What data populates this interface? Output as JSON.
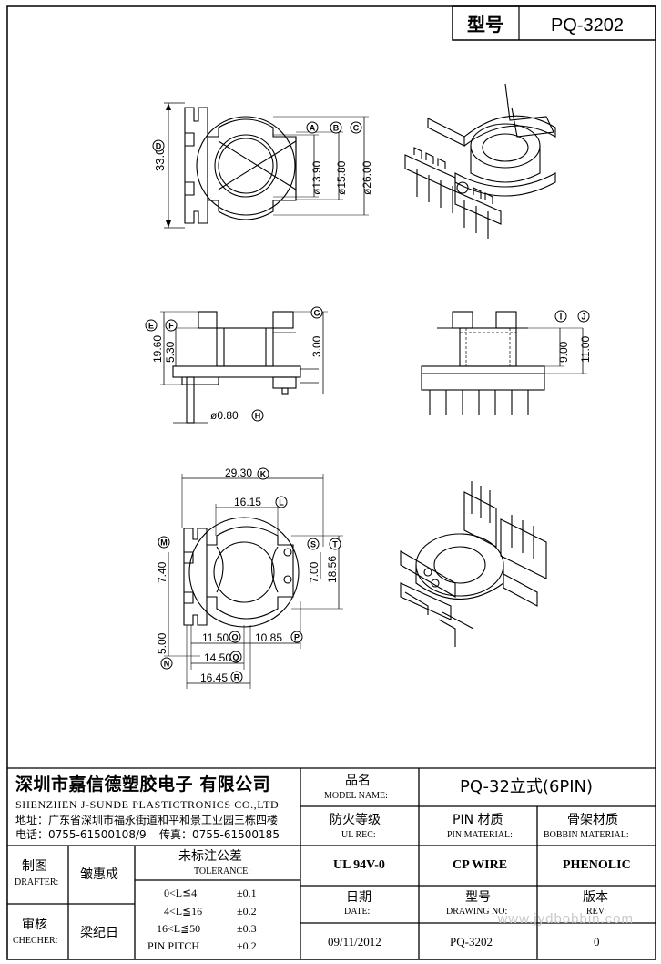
{
  "header": {
    "type_label": "型号",
    "model": "PQ-3202"
  },
  "dimensions": {
    "A": {
      "letter": "A",
      "value": "ø13.90"
    },
    "B": {
      "letter": "B",
      "value": "ø15.80"
    },
    "C": {
      "letter": "C",
      "value": "ø26.00"
    },
    "D": {
      "letter": "D",
      "value": "33.00"
    },
    "E": {
      "letter": "E",
      "value": "19.60"
    },
    "F": {
      "letter": "F",
      "value": "5.30"
    },
    "G": {
      "letter": "G",
      "value": "3.00"
    },
    "H": {
      "letter": "H",
      "value": "ø0.80"
    },
    "I": {
      "letter": "I",
      "value": "9.00"
    },
    "J": {
      "letter": "J",
      "value": "11.00"
    },
    "K": {
      "letter": "K",
      "value": "29.30"
    },
    "L": {
      "letter": "L",
      "value": "16.15"
    },
    "M": {
      "letter": "M",
      "value": "7.40"
    },
    "N": {
      "letter": "N",
      "value": "5.00"
    },
    "O": {
      "letter": "O",
      "value": "11.50"
    },
    "P": {
      "letter": "P",
      "value": "10.85"
    },
    "Q": {
      "letter": "Q",
      "value": "14.50"
    },
    "R": {
      "letter": "R",
      "value": "16.45"
    },
    "S": {
      "letter": "S",
      "value": "7.00"
    },
    "T": {
      "letter": "T",
      "value": "18.56"
    }
  },
  "company": {
    "name_cn": "深圳市嘉信德塑胶电子 有限公司",
    "name_en": "SHENZHEN J-SUNDE PLASTICTRONICS CO.,LTD",
    "address": "地址：广东省深圳市福永街道和平和景工业园三栋四楼",
    "phone": "电话：0755-61500108/9",
    "fax": "传真：0755-61500185"
  },
  "title_block": {
    "model_name_cn": "品名",
    "model_name_en": "MODEL NAME:",
    "model_name_value": "PQ-32立式(6PIN)",
    "ul_rec_cn": "防火等级",
    "ul_rec_en": "UL REC:",
    "ul_rec_value": "UL 94V-0",
    "pin_material_cn": "PIN 材质",
    "pin_material_en": "PIN MATERIAL:",
    "pin_material_value": "CP WIRE",
    "bobbin_material_cn": "骨架材质",
    "bobbin_material_en": "BOBBIN MATERIAL:",
    "bobbin_material_value": "PHENOLIC",
    "drafter_cn": "制图",
    "drafter_en": "DRAFTER:",
    "drafter_value": "皱惠成",
    "checker_cn": "审核",
    "checker_en": "CHECHER:",
    "checker_value": "梁纪日",
    "tolerance_cn": "未标注公差",
    "tolerance_en": "TOLERANCE:",
    "tolerance_rows": [
      {
        "range": "0<L≦4",
        "tol": "±0.1"
      },
      {
        "range": "4<L≦16",
        "tol": "±0.2"
      },
      {
        "range": "16<L≦50",
        "tol": "±0.3"
      },
      {
        "range": "PIN PITCH",
        "tol": "±0.2"
      }
    ],
    "date_cn": "日期",
    "date_en": "DATE:",
    "date_value": "09/11/2012",
    "drawing_no_cn": "型号",
    "drawing_no_en": "DRAWING NO:",
    "drawing_no_value": "PQ-3202",
    "rev_cn": "版本",
    "rev_en": "REV:",
    "rev_value": "0"
  },
  "watermark": "www.jydbobbin.com"
}
